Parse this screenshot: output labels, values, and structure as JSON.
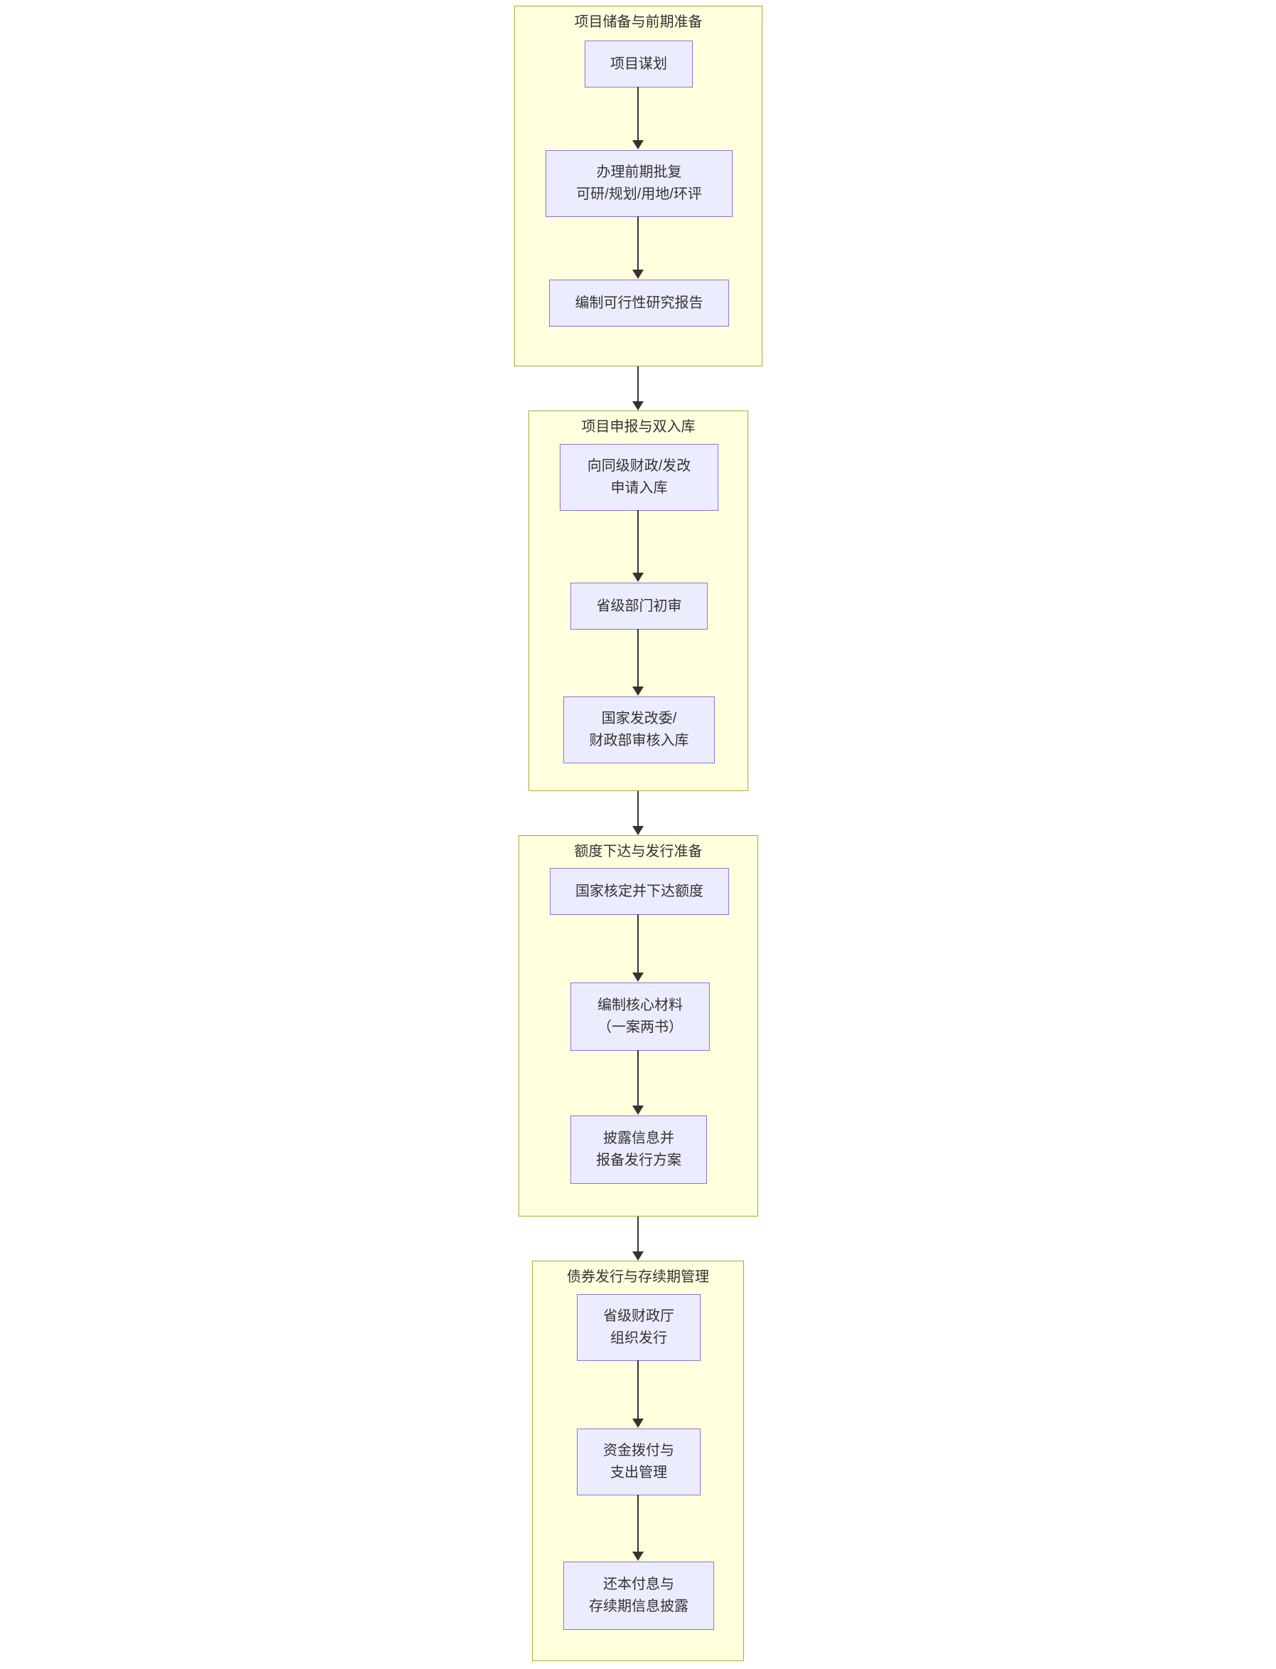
{
  "diagram": {
    "type": "flowchart",
    "direction": "top-down",
    "colors": {
      "background": "#ffffff",
      "cluster_fill": "#ffffde",
      "cluster_border": "#aaaa33",
      "node_fill": "#ECECFF",
      "node_border": "#9370DB",
      "text": "#333333",
      "edge": "#333333"
    },
    "clusters": [
      {
        "title": "项目储备与前期准备",
        "nodes": [
          {
            "lines": [
              "项目谋划"
            ]
          },
          {
            "lines": [
              "办理前期批复",
              "可研/规划/用地/环评"
            ]
          },
          {
            "lines": [
              "编制可行性研究报告"
            ]
          }
        ]
      },
      {
        "title": "项目申报与双入库",
        "nodes": [
          {
            "lines": [
              "向同级财政/发改",
              "申请入库"
            ]
          },
          {
            "lines": [
              "省级部门初审"
            ]
          },
          {
            "lines": [
              "国家发改委/",
              "财政部审核入库"
            ]
          }
        ]
      },
      {
        "title": "额度下达与发行准备",
        "nodes": [
          {
            "lines": [
              "国家核定并下达额度"
            ]
          },
          {
            "lines": [
              "编制核心材料",
              "（一案两书）"
            ]
          },
          {
            "lines": [
              "披露信息并",
              "报备发行方案"
            ]
          }
        ]
      },
      {
        "title": "债券发行与存续期管理",
        "nodes": [
          {
            "lines": [
              "省级财政厅",
              "组织发行"
            ]
          },
          {
            "lines": [
              "资金拨付与",
              "支出管理"
            ]
          },
          {
            "lines": [
              "还本付息与",
              "存续期信息披露"
            ]
          }
        ]
      }
    ]
  }
}
